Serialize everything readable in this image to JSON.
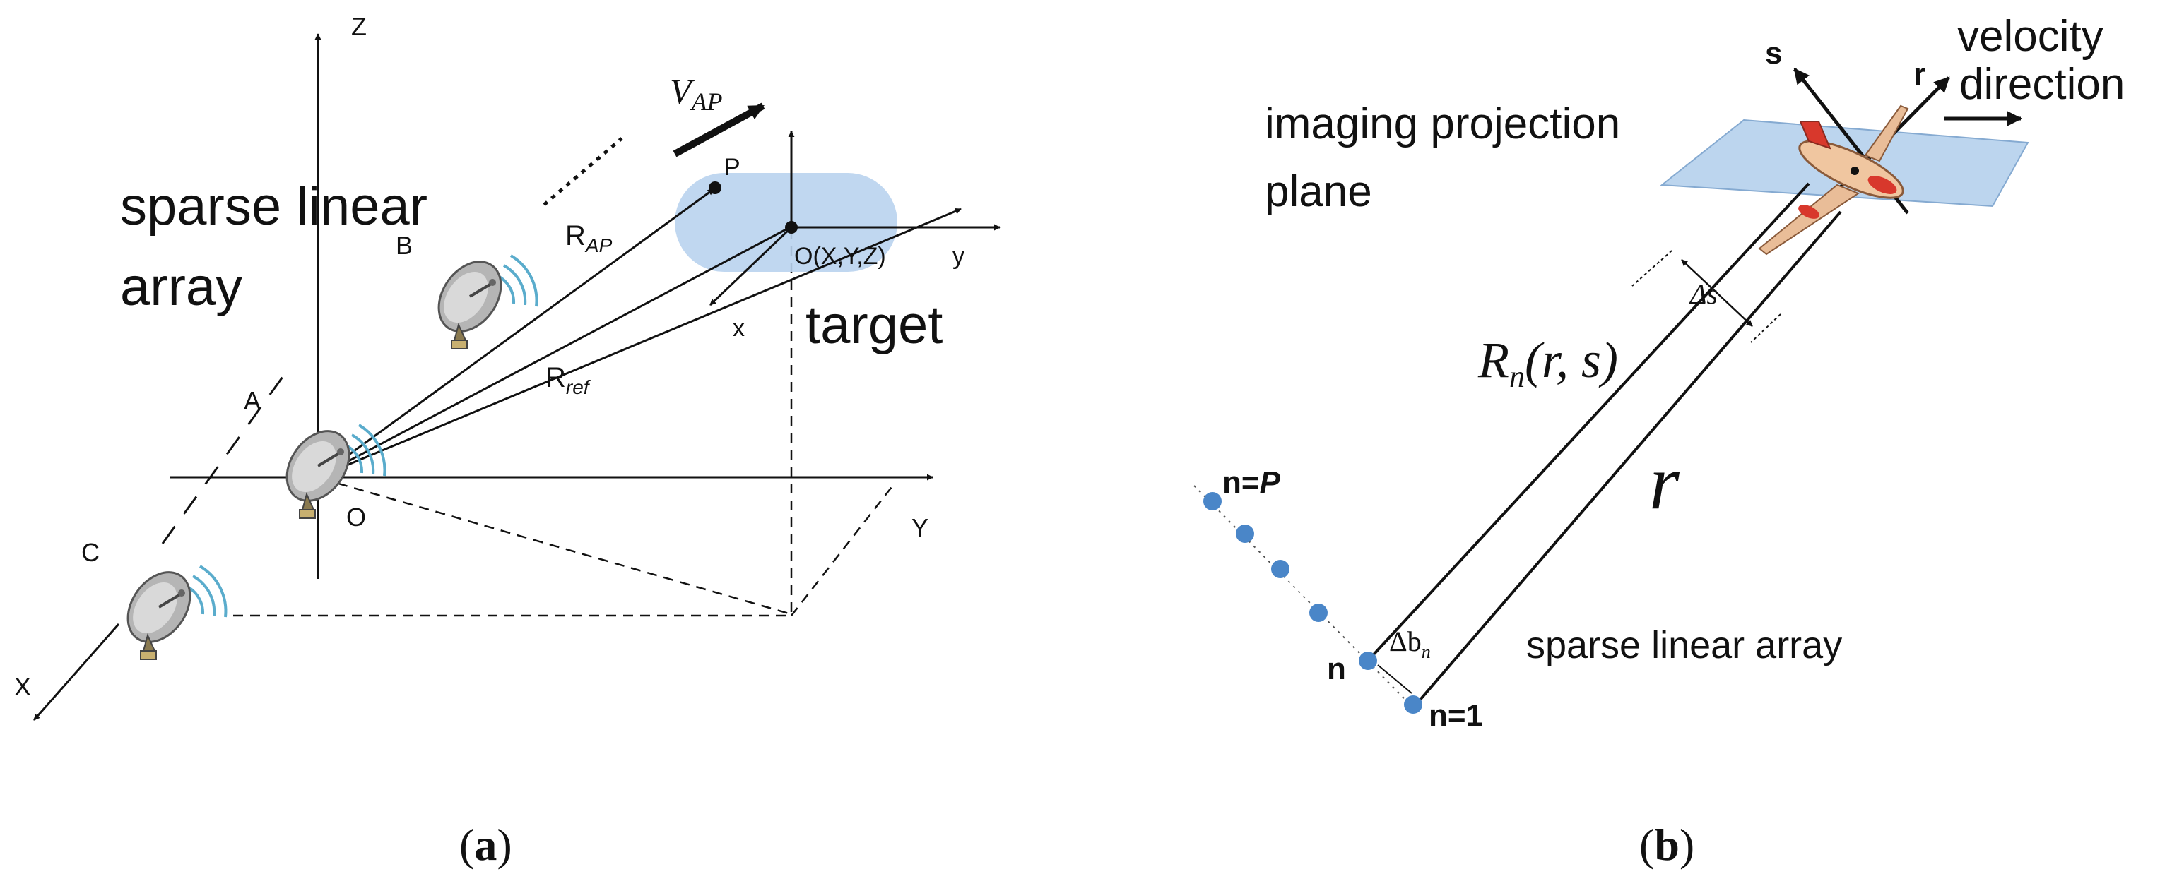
{
  "panel_a": {
    "caption_open": "(",
    "caption_letter": "a",
    "caption_close": ")",
    "axis_z": "Z",
    "axis_x": "X",
    "axis_y": "Y",
    "origin": "O",
    "node_a": "A",
    "node_b": "B",
    "node_c": "C",
    "sparse_line1": "sparse linear",
    "sparse_line2": "array",
    "velocity_base": "V",
    "velocity_sub": "AP",
    "point_p": "P",
    "range_ap_base": "R",
    "range_ap_sub": "AP",
    "range_ref_base": "R",
    "range_ref_sub": "ref",
    "target_origin": "O(X,Y,Z)",
    "local_x": "x",
    "local_y": "y",
    "target_label": "target"
  },
  "panel_b": {
    "caption_open": "(",
    "caption_letter": "b",
    "caption_close": ")",
    "plane_line1": "imaging projection",
    "plane_line2": "plane",
    "vel_line1": "velocity",
    "vel_line2": "direction",
    "axis_s": "s",
    "axis_r": "r",
    "delta_s": "Δs",
    "range_label": "R",
    "range_sub": "n",
    "range_args": "(r, s)",
    "r_label": "r",
    "n_p_prefix": "n=",
    "n_p_suffix": "P",
    "n_label": "n",
    "n_1_label": "n=1",
    "delta_b": "Δb",
    "delta_b_sub": "n",
    "array_label": "sparse linear array"
  },
  "colors": {
    "plane_fill": "#b9d3ee",
    "element_dot": "#4a86c8",
    "aircraft_body": "#f0c6a0",
    "aircraft_accent": "#d8382c",
    "dish": "#a9a9a9",
    "waves": "#5aaccc"
  }
}
